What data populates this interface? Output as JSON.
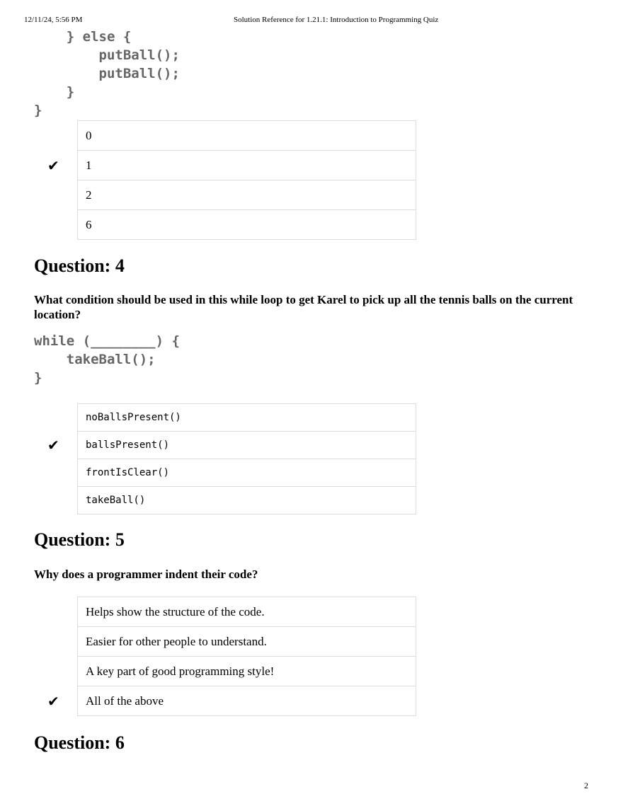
{
  "header": {
    "datetime": "12/11/24, 5:56 PM",
    "title": "Solution Reference for 1.21.1: Introduction to Programming Quiz"
  },
  "q3": {
    "code": "    } else {\n        putBall();\n        putBall();\n    }\n}",
    "options": [
      "0",
      "1",
      "2",
      "6"
    ],
    "correct_index": 1
  },
  "q4": {
    "heading": "Question: 4",
    "text": "What condition should be used in this while loop to get Karel to pick up all the tennis balls on the current location?",
    "code": "while (________) {\n    takeBall();\n}",
    "options": [
      "noBallsPresent()",
      "ballsPresent()",
      "frontIsClear()",
      "takeBall()"
    ],
    "correct_index": 1
  },
  "q5": {
    "heading": "Question: 5",
    "text": "Why does a programmer indent their code?",
    "options": [
      "Helps show the structure of the code.",
      "Easier for other people to understand.",
      "A key part of good programming style!",
      "All of the above"
    ],
    "correct_index": 3
  },
  "q6": {
    "heading": "Question: 6"
  },
  "check_icon": "✔",
  "page_number": "2"
}
